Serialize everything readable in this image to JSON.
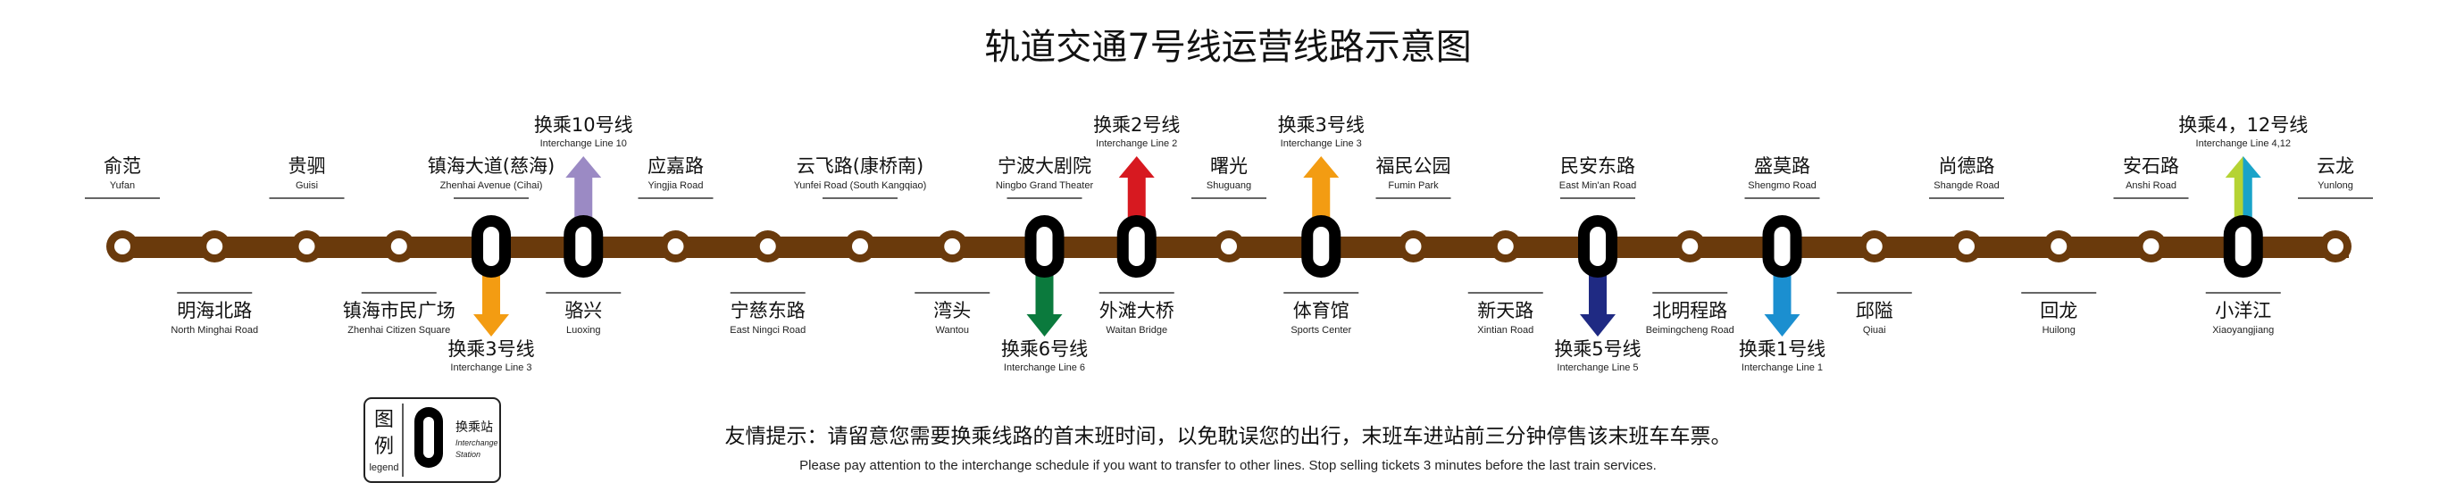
{
  "title": "轨道交通7号线运营线路示意图",
  "colors": {
    "line": "#6a3a0c",
    "station_fill": "#ffffff",
    "interchange_fill": "#000000",
    "line1": "#1b8fd0",
    "line2": "#d71920",
    "line3": "#f39c12",
    "line4": "#b5d334",
    "line4b": "#1aa3c8",
    "line5": "#1f2a83",
    "line6": "#0b7a3d",
    "line10": "#9b8ac4"
  },
  "stations": [
    {
      "cn": "俞范",
      "en": "Yufan",
      "pos": "up",
      "interchange": false
    },
    {
      "cn": "明海北路",
      "en": "North Minghai Road",
      "pos": "down",
      "interchange": false
    },
    {
      "cn": "贵驷",
      "en": "Guisi",
      "pos": "up",
      "interchange": false
    },
    {
      "cn": "镇海市民广场",
      "en": "Zhenhai Citizen Square",
      "pos": "down",
      "interchange": false
    },
    {
      "cn": "镇海大道(慈海)",
      "en": "Zhenhai Avenue (Cihai)",
      "pos": "up",
      "interchange": true,
      "transfer": {
        "cn": "换乘3号线",
        "en": "Interchange Line 3",
        "dir": "down",
        "colors": [
          "#f39c12"
        ]
      }
    },
    {
      "cn": "骆兴",
      "en": "Luoxing",
      "pos": "down",
      "interchange": true,
      "transfer": {
        "cn": "换乘10号线",
        "en": "Interchange Line 10",
        "dir": "up",
        "colors": [
          "#9b8ac4"
        ]
      }
    },
    {
      "cn": "应嘉路",
      "en": "Yingjia Road",
      "pos": "up",
      "interchange": false
    },
    {
      "cn": "宁慈东路",
      "en": "East Ningci Road",
      "pos": "down",
      "interchange": false
    },
    {
      "cn": "云飞路(康桥南)",
      "en": "Yunfei Road (South Kangqiao)",
      "pos": "up",
      "interchange": false
    },
    {
      "cn": "湾头",
      "en": "Wantou",
      "pos": "down",
      "interchange": false
    },
    {
      "cn": "宁波大剧院",
      "en": "Ningbo Grand Theater",
      "pos": "up",
      "interchange": true,
      "transfer": {
        "cn": "换乘6号线",
        "en": "Interchange Line 6",
        "dir": "down",
        "colors": [
          "#0b7a3d"
        ]
      }
    },
    {
      "cn": "外滩大桥",
      "en": "Waitan Bridge",
      "pos": "down",
      "interchange": true,
      "transfer": {
        "cn": "换乘2号线",
        "en": "Interchange Line 2",
        "dir": "up",
        "colors": [
          "#d71920"
        ]
      }
    },
    {
      "cn": "曙光",
      "en": "Shuguang",
      "pos": "up",
      "interchange": false
    },
    {
      "cn": "体育馆",
      "en": "Sports Center",
      "pos": "down",
      "interchange": true,
      "transfer": {
        "cn": "换乘3号线",
        "en": "Interchange Line 3",
        "dir": "up",
        "colors": [
          "#f39c12"
        ]
      }
    },
    {
      "cn": "福民公园",
      "en": "Fumin Park",
      "pos": "up",
      "interchange": false
    },
    {
      "cn": "新天路",
      "en": "Xintian Road",
      "pos": "down",
      "interchange": false
    },
    {
      "cn": "民安东路",
      "en": "East Min'an Road",
      "pos": "up",
      "interchange": true,
      "transfer": {
        "cn": "换乘5号线",
        "en": "Interchange Line 5",
        "dir": "down",
        "colors": [
          "#1f2a83"
        ]
      }
    },
    {
      "cn": "北明程路",
      "en": "Beimingcheng Road",
      "pos": "down",
      "interchange": false
    },
    {
      "cn": "盛莫路",
      "en": "Shengmo Road",
      "pos": "up",
      "interchange": true,
      "transfer": {
        "cn": "换乘1号线",
        "en": "Interchange Line 1",
        "dir": "down",
        "colors": [
          "#1b8fd0"
        ]
      }
    },
    {
      "cn": "邱隘",
      "en": "Qiuai",
      "pos": "down",
      "interchange": false
    },
    {
      "cn": "尚德路",
      "en": "Shangde Road",
      "pos": "up",
      "interchange": false
    },
    {
      "cn": "回龙",
      "en": "Huilong",
      "pos": "down",
      "interchange": false
    },
    {
      "cn": "安石路",
      "en": "Anshi Road",
      "pos": "up",
      "interchange": false
    },
    {
      "cn": "小洋江",
      "en": "Xiaoyangjiang",
      "pos": "down",
      "interchange": true,
      "transfer": {
        "cn": "换乘4，12号线",
        "en": "Interchange Line 4,12",
        "dir": "up",
        "colors": [
          "#b5d334",
          "#1aa3c8"
        ]
      }
    },
    {
      "cn": "云龙",
      "en": "Yunlong",
      "pos": "up",
      "interchange": false
    }
  ],
  "legend": {
    "title_char1": "图",
    "title_char2": "例",
    "title_en": "legend",
    "interchange_cn": "换乘站",
    "interchange_en1": "Interchange",
    "interchange_en2": "Station"
  },
  "notice": {
    "cn": "友情提示：请留意您需要换乘线路的首末班时间，以免耽误您的出行，末班车进站前三分钟停售该末班车车票。",
    "en": "Please pay attention to the interchange schedule if you want to transfer to other lines. Stop selling tickets 3 minutes before the last train services."
  }
}
